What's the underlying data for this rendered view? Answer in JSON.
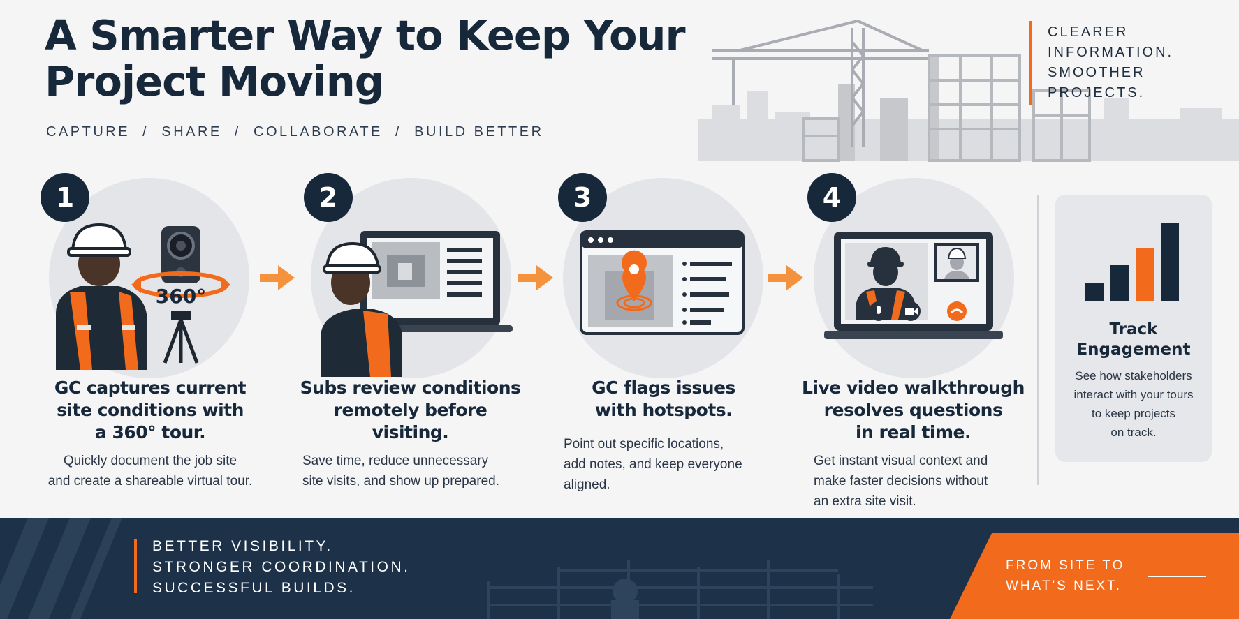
{
  "header": {
    "title_line1": "A Smarter Way to Keep Your",
    "title_line2": "Project Moving",
    "subtitle": "CAPTURE  /  SHARE  /  COLLABORATE  /  BUILD BETTER"
  },
  "tagline": {
    "lines": [
      "CLEARER",
      "INFORMATION.",
      "SMOOTHER",
      "PROJECTS."
    ]
  },
  "steps": [
    {
      "number": "1",
      "title_lines": [
        "GC captures current",
        "site conditions with",
        "a 360° tour."
      ],
      "desc_lines": [
        "Quickly document the job site",
        "and create a shareable virtual tour."
      ],
      "badge": "360°"
    },
    {
      "number": "2",
      "title_lines": [
        "Subs review conditions",
        "remotely before",
        "visiting."
      ],
      "desc_lines": [
        "Save time, reduce unnecessary",
        "site visits, and show up prepared."
      ]
    },
    {
      "number": "3",
      "title_lines": [
        "GC flags issues",
        "with hotspots."
      ],
      "desc_lines": [
        "Point out specific locations,",
        "add notes, and keep everyone",
        "aligned."
      ]
    },
    {
      "number": "4",
      "title_lines": [
        "Live video walkthrough",
        "resolves questions",
        "in real time."
      ],
      "desc_lines": [
        "Get instant visual context and",
        "make faster decisions without",
        "an extra site visit."
      ]
    }
  ],
  "engagement": {
    "title_lines": [
      "Track",
      "Engagement"
    ],
    "desc_lines": [
      "See how stakeholders",
      "interact with your tours",
      "to keep projects",
      "on track."
    ]
  },
  "footer": {
    "left_lines": [
      "BETTER VISIBILITY.",
      "STRONGER COORDINATION.",
      "SUCCESSFUL BUILDS."
    ],
    "right_lines": [
      "FROM SITE TO",
      "WHAT'S NEXT."
    ]
  },
  "colors": {
    "navy": "#17283b",
    "orange": "#f26b1d",
    "footer_navy": "#1d3249",
    "light_gray": "#e4e5e8"
  }
}
